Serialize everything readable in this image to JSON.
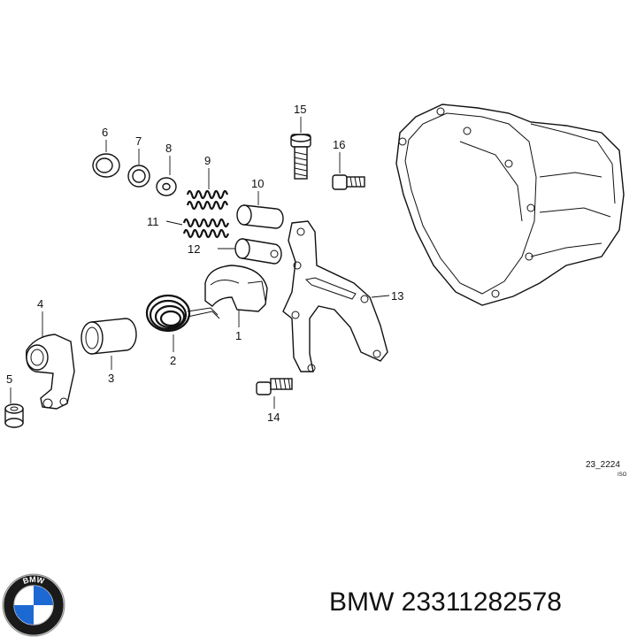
{
  "diagram": {
    "callouts": [
      "1",
      "2",
      "3",
      "4",
      "5",
      "6",
      "7",
      "8",
      "9",
      "10",
      "11",
      "12",
      "13",
      "14",
      "15",
      "16"
    ],
    "reference": {
      "code": "23_2224",
      "sub": "ISO"
    }
  },
  "brand": {
    "logo_text": "BMW",
    "caption": "BMW 23311282578",
    "colors": {
      "blue": "#1c69d4",
      "ring": "#1a1a1a"
    }
  }
}
